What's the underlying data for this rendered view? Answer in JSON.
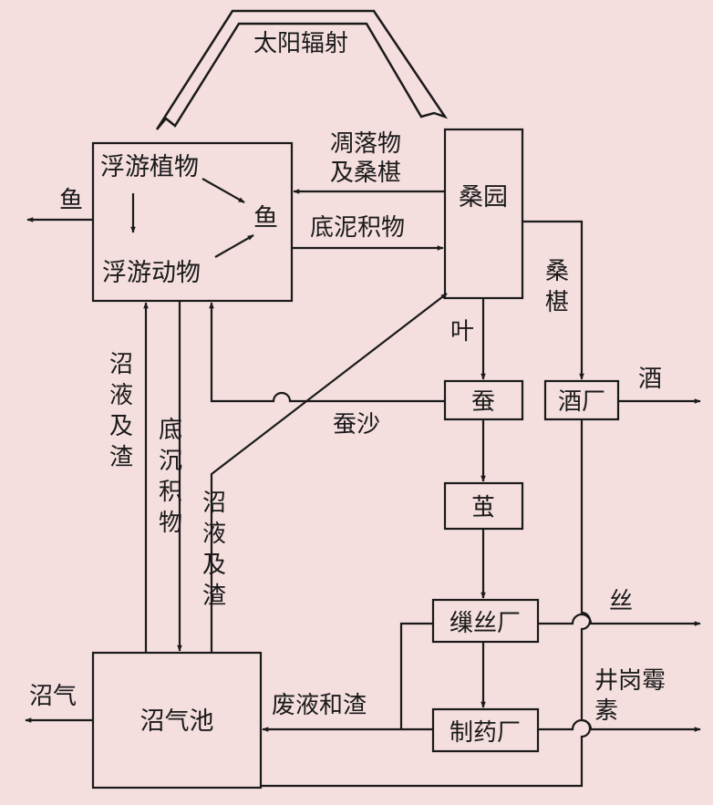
{
  "labels": {
    "solar_radiation": "太阳辐射",
    "plankton_plants": "浮游植物",
    "plankton_animals": "浮游动物",
    "fish_inner": "鱼",
    "fish_output": "鱼",
    "mulberry_garden": "桑园",
    "withered_line1": "凋落物",
    "withered_line2": "及桑椹",
    "sediment": "底泥积物",
    "mulberry_fruit_1": "桑",
    "mulberry_fruit_2": "椹",
    "leaf": "叶",
    "silkworm": "蚕",
    "silkworm_excrement": "蚕沙",
    "winery": "酒厂",
    "wine": "酒",
    "cocoon": "茧",
    "reeling_mill": "缫丝厂",
    "silk": "丝",
    "pharma_factory": "制药厂",
    "jinggangmycin_1": "井岗霉",
    "jinggangmycin_2": "素",
    "biogas_pit": "沼气池",
    "biogas": "沼气",
    "waste_liquid": "废液和渣",
    "slurry_left": [
      "沼",
      "液",
      "及",
      "渣"
    ],
    "bottom_sediment": [
      "底",
      "沉",
      "积",
      "物"
    ],
    "slurry_right": [
      "沼",
      "液",
      "及",
      "渣"
    ]
  }
}
